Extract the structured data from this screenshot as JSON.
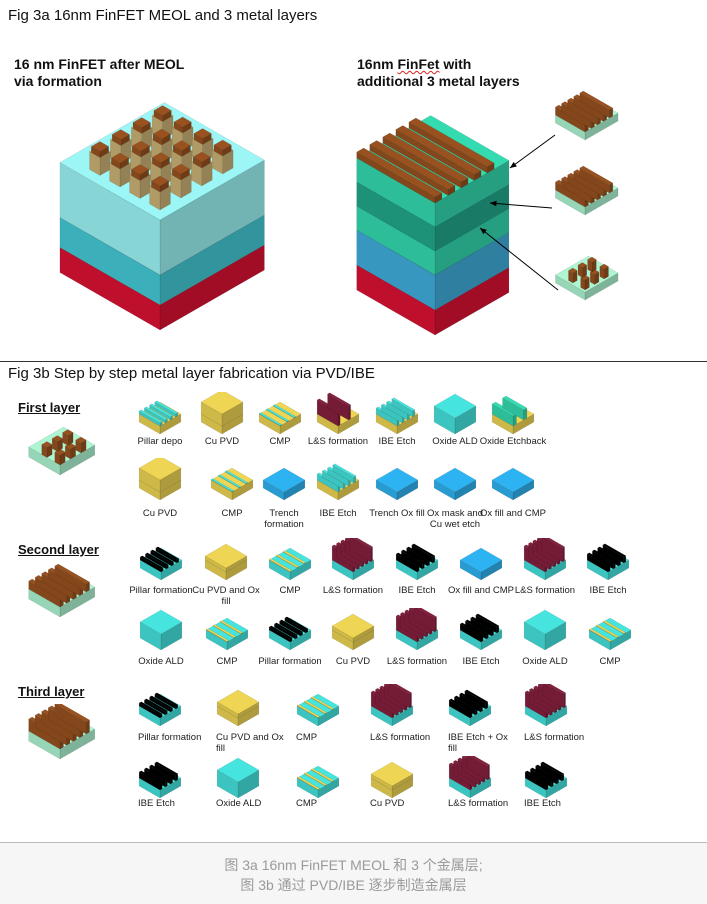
{
  "fig3a": {
    "title": "Fig 3a 16nm FinFET MEOL and 3 metal layers",
    "left_heading_line1": "16 nm FinFET after MEOL",
    "left_heading_line2": "via formation",
    "right_heading_prefix": "16nm ",
    "right_heading_word": "FinFet",
    "right_heading_suffix": " with",
    "right_heading_line2": "additional 3 metal layers"
  },
  "fig3b": {
    "title": "Fig 3b Step by step metal layer fabrication via PVD/IBE",
    "layers": [
      {
        "name": "First layer",
        "rows": [
          [
            "Pillar depo",
            "Cu PVD",
            "CMP",
            "L&S formation",
            "IBE Etch",
            "Oxide ALD",
            "Oxide Etchback"
          ],
          [
            "Cu PVD",
            "CMP",
            "Trench formation",
            "IBE Etch",
            "Trench Ox fill",
            "Ox mask and Cu wet etch",
            "Ox fill and CMP"
          ]
        ]
      },
      {
        "name": "Second layer",
        "rows": [
          [
            "Pillar formation",
            "Cu PVD and Ox fill",
            "CMP",
            "L&S formation",
            "IBE Etch",
            "Ox fill and CMP",
            "L&S formation",
            "IBE Etch"
          ],
          [
            "Oxide ALD",
            "CMP",
            "Pillar formation",
            "Cu PVD",
            "L&S formation",
            "IBE Etch",
            "Oxide ALD",
            "CMP"
          ]
        ]
      },
      {
        "name": "Third layer",
        "rows": [
          [
            "Pillar formation",
            "Cu PVD and Ox fill",
            "CMP",
            "L&S formation",
            "IBE Etch + Ox fill",
            "L&S formation"
          ],
          [
            "IBE Etch",
            "Oxide ALD",
            "CMP",
            "Cu PVD",
            "L&S formation",
            "IBE Etch"
          ]
        ]
      }
    ]
  },
  "caption": {
    "line1": "图 3a 16nm FinFET MEOL 和 3 个金属层;",
    "line2": "图 3b 通过 PVD/IBE 逐步制造金属层"
  },
  "colors": {
    "copper": "#d9c24c",
    "oxide": "#3fcfca",
    "resist": "#7a1c38",
    "blue": "#2aa3dc",
    "green": "#2fc7a0",
    "substrate": "#c8102e",
    "brown": "#8b4a1c"
  }
}
